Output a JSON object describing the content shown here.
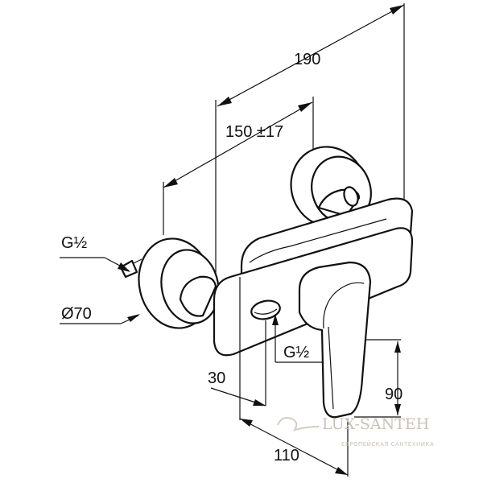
{
  "drawing": {
    "dimensions": {
      "overall_width": "190",
      "center_distance": "150 ±17",
      "inlet_thread": "G½",
      "escutcheon_diameter": "Ø70",
      "outlet_thread": "G½",
      "outlet_offset": "30",
      "lever_height": "90",
      "projection": "110"
    },
    "watermark": {
      "brand": "LUX-SANTEH",
      "tagline": "ЕВРОПЕЙСКАЯ САНТЕХНИКА"
    }
  }
}
